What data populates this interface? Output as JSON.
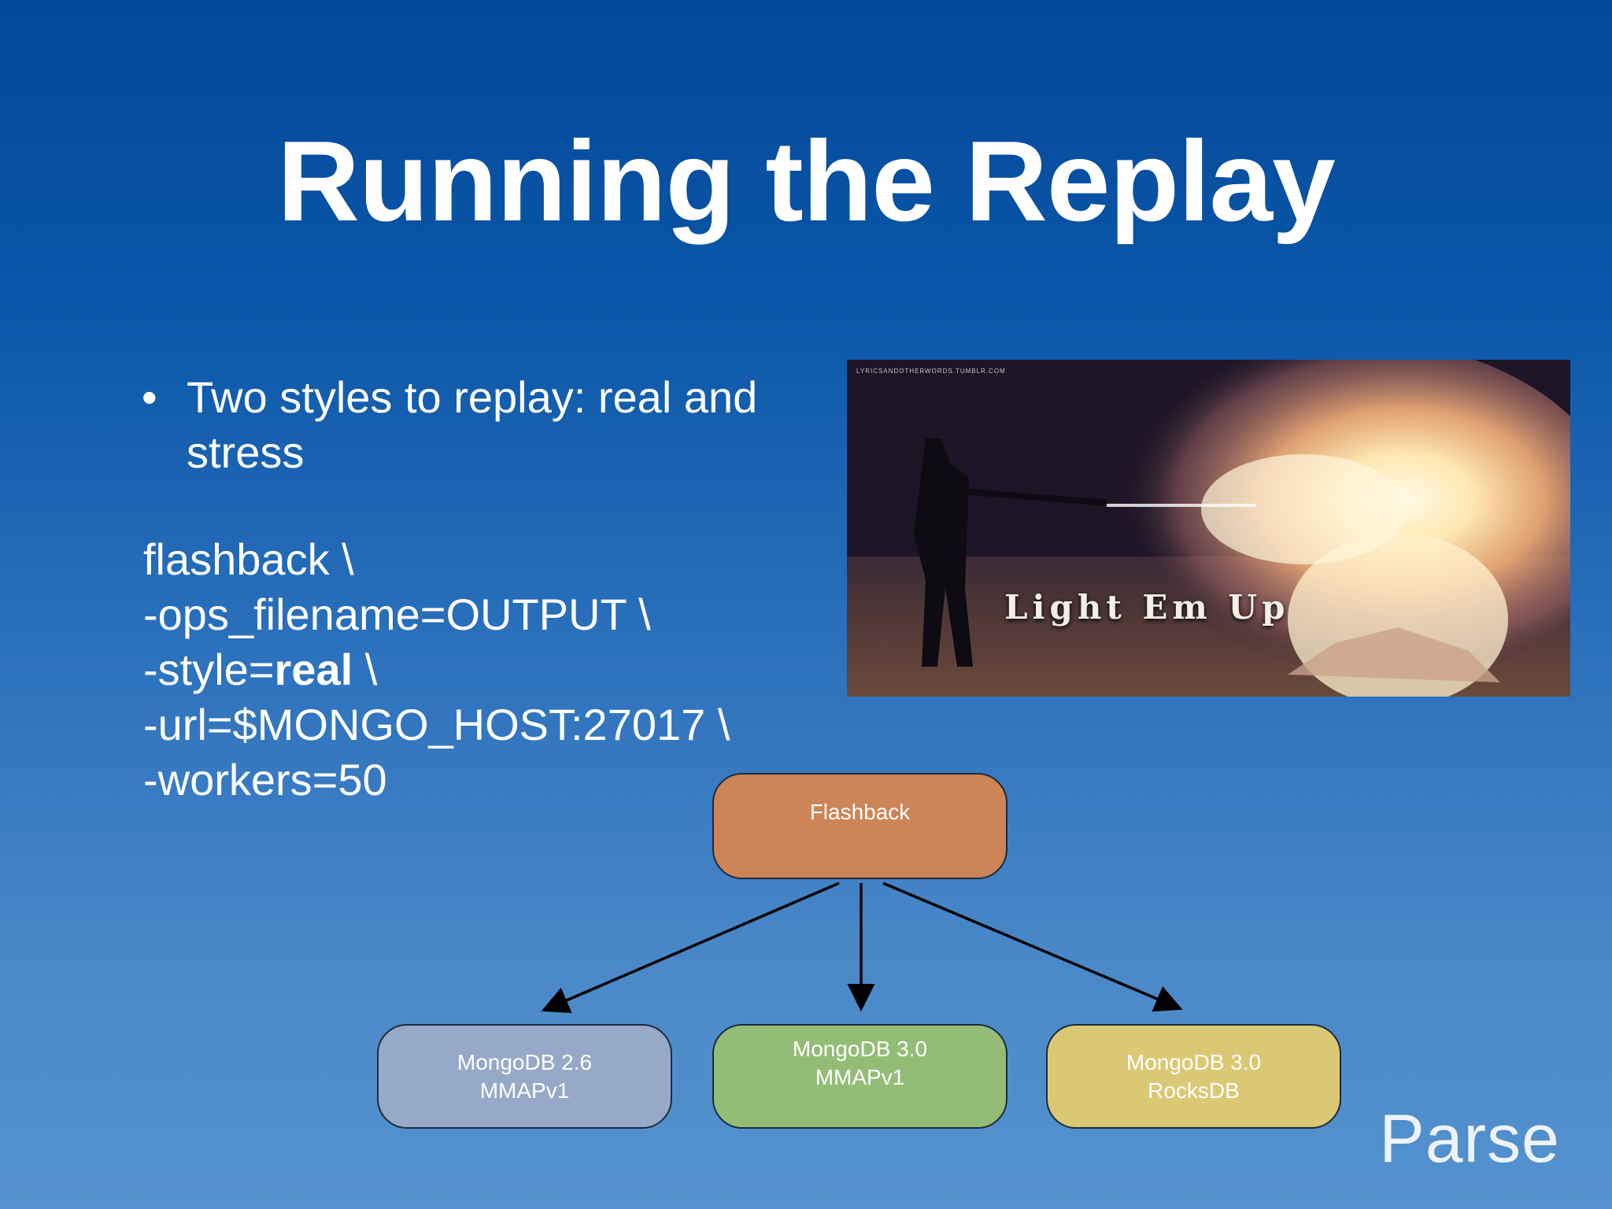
{
  "slide": {
    "title": "Running the Replay",
    "bullet": {
      "marker": "•",
      "prefix": "Two styles to replay: ",
      "emph1": "real",
      "middle": " and",
      "emph2": "stress"
    },
    "code": {
      "line1": "flashback \\",
      "line2": "-ops_filename=OUTPUT \\",
      "line3_prefix": "-style=",
      "line3_bold": "real",
      "line3_suffix": " \\",
      "line4": "-url=$MONGO_HOST:27017 \\",
      "line5": "-workers=50"
    },
    "image": {
      "caption": "Light Em Up",
      "watermark": "LYRICSANDOTHERWORDS.TUMBLR.COM"
    },
    "diagram": {
      "root": "Flashback",
      "targets": [
        {
          "line1": "MongoDB 2.6",
          "line2": "MMAPv1",
          "color": "#97a9c8"
        },
        {
          "line1": "MongoDB 3.0",
          "line2": "MMAPv1",
          "color": "#93bd76"
        },
        {
          "line1": "MongoDB 3.0",
          "line2": "RocksDB",
          "color": "#dbc874"
        }
      ],
      "root_color": "#cd8456"
    },
    "logo": "Parse"
  }
}
